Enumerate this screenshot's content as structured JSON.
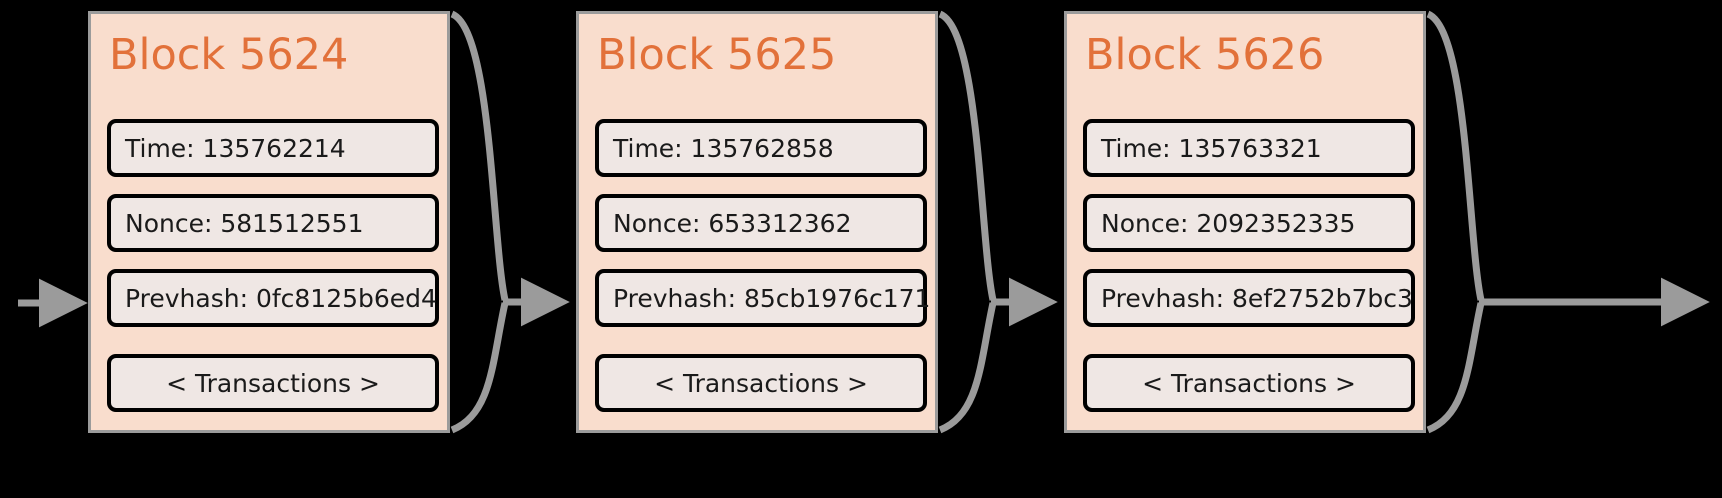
{
  "diagram": {
    "type": "blockchain-chain",
    "background": "#000000",
    "block_fill": "#f9ddcd",
    "block_border": "#9b9b9b",
    "field_fill": "#efe7e4",
    "field_border": "#000000",
    "title_color": "#e2713a",
    "connector_color": "#9b9b9b",
    "labels": {
      "time_prefix": "Time: ",
      "nonce_prefix": "Nonce: ",
      "prevhash_prefix": "Prevhash: ",
      "transactions": "< Transactions >"
    },
    "blocks": [
      {
        "title": "Block 5624",
        "time": "Time: 135762214",
        "nonce": "Nonce: 581512551",
        "prevhash": "Prevhash: 0fc8125b6ed4",
        "transactions": "< Transactions >"
      },
      {
        "title": "Block 5625",
        "time": "Time: 135762858",
        "nonce": "Nonce: 653312362",
        "prevhash": "Prevhash: 85cb1976c171",
        "transactions": "< Transactions >"
      },
      {
        "title": "Block 5626",
        "time": "Time: 135763321",
        "nonce": "Nonce: 2092352335",
        "prevhash": "Prevhash: 8ef2752b7bc3",
        "transactions": "< Transactions >"
      }
    ]
  }
}
